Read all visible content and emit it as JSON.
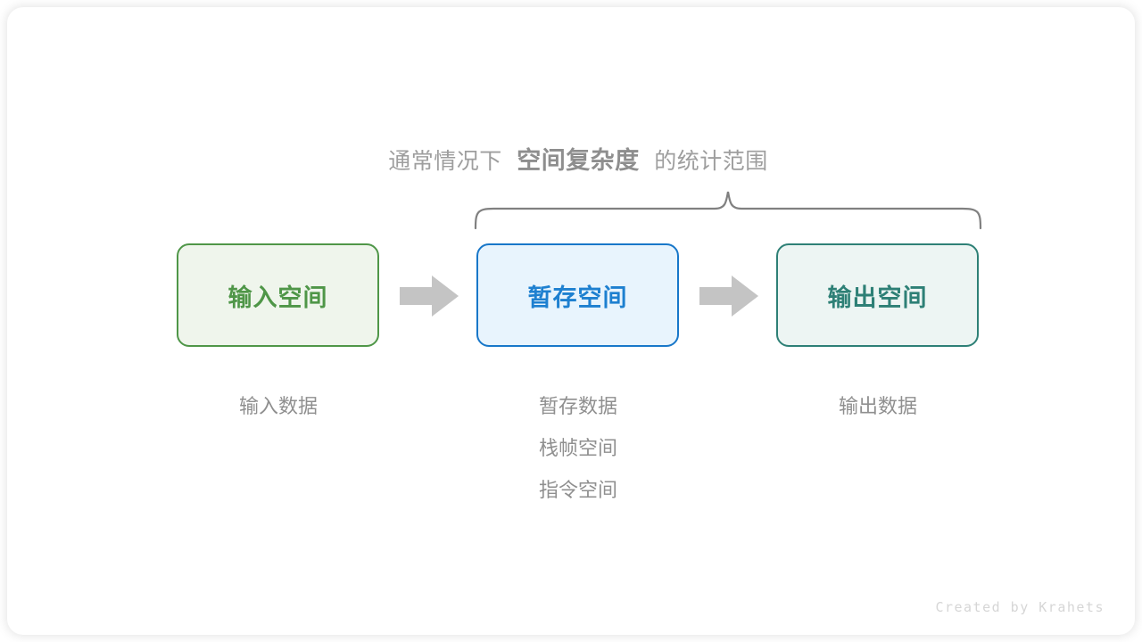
{
  "caption": {
    "lead": "通常情况下",
    "emphasis": "空间复杂度",
    "tail": "的统计范围"
  },
  "boxes": [
    {
      "id": "input",
      "label": "输入空间",
      "fill": "#eff5ec",
      "border": "#4f9648",
      "text": "#4f9648"
    },
    {
      "id": "temp",
      "label": "暂存空间",
      "fill": "#e8f4fd",
      "border": "#1877c9",
      "text": "#1e80d0"
    },
    {
      "id": "output",
      "label": "输出空间",
      "fill": "#edf5f3",
      "border": "#2e8076",
      "text": "#2e8076"
    }
  ],
  "arrows": [
    {
      "id": "arrow-1",
      "color": "#c4c4c4"
    },
    {
      "id": "arrow-2",
      "color": "#c4c4c4"
    }
  ],
  "under_labels": {
    "input": [
      "输入数据"
    ],
    "temp": [
      "暂存数据",
      "栈帧空间",
      "指令空间"
    ],
    "output": [
      "输出数据"
    ]
  },
  "brace": {
    "color": "#808080",
    "spans": [
      "暂存空间",
      "输出空间"
    ]
  },
  "watermark": "Created by Krahets"
}
